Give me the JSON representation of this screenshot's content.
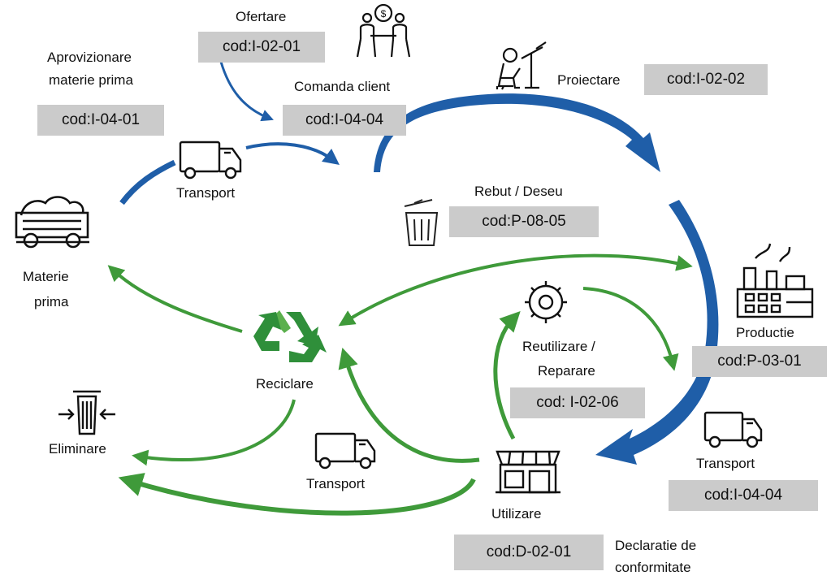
{
  "colors": {
    "blue_arrow": "#1f5ea8",
    "green_arrow": "#3f9a3a",
    "code_box": "#cbcbcb",
    "recycle": "#2f8f3a"
  },
  "icons": [
    "meeting-icon",
    "designer-icon",
    "truck-icon",
    "ore-cart-icon",
    "trash-bin-icon",
    "gear-icon",
    "factory-icon",
    "recycle-icon",
    "compactor-bin-icon",
    "shop-icon"
  ],
  "nodes": {
    "ofertare": {
      "label": "Ofertare",
      "code": "cod:I-02-01"
    },
    "aprovizionare": {
      "label_line1": "Aprovizionare",
      "label_line2": "materie prima",
      "code": "cod:I-04-01"
    },
    "comanda": {
      "label": "Comanda client",
      "code": "cod:I-04-04"
    },
    "proiectare": {
      "label": "Proiectare",
      "code": "cod:I-02-02"
    },
    "transport_top": {
      "label": "Transport"
    },
    "rebut": {
      "label": "Rebut / Deseu",
      "code": "cod:P-08-05"
    },
    "materie": {
      "label_line1": "Materie",
      "label_line2": "prima"
    },
    "productie": {
      "label": "Productie",
      "code": "cod:P-03-01"
    },
    "reutilizare": {
      "label_line1": "Reutilizare /",
      "label_line2": "Reparare",
      "code": "cod: I-02-06"
    },
    "reciclare": {
      "label": "Reciclare"
    },
    "eliminare": {
      "label": "Eliminare"
    },
    "transport_mid": {
      "label": "Transport"
    },
    "transport_right": {
      "label": "Transport",
      "code": "cod:I-04-04"
    },
    "utilizare": {
      "label": "Utilizare",
      "code": "cod:D-02-01"
    },
    "declaratie": {
      "label_line1": "Declaratie de",
      "label_line2": "conformitate"
    }
  }
}
